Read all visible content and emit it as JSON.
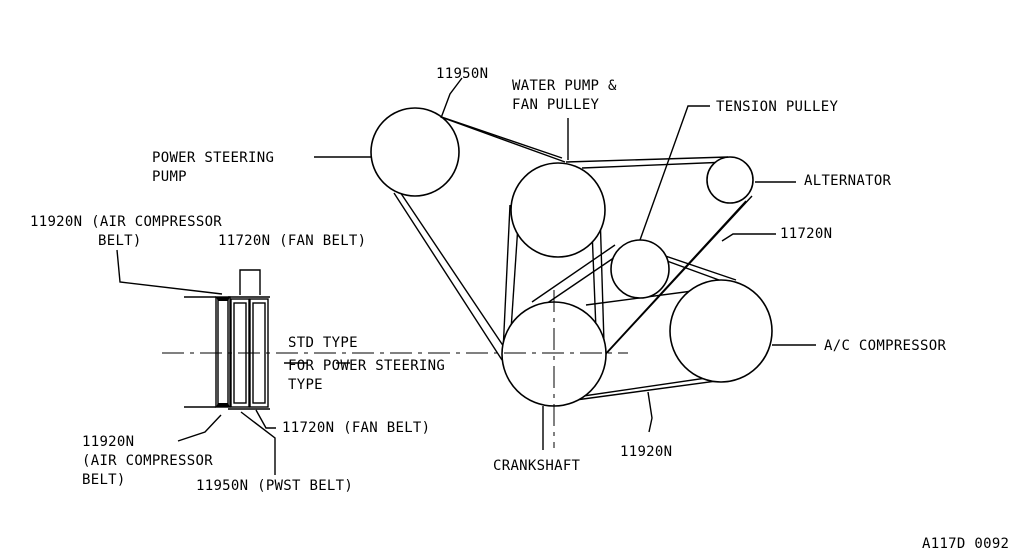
{
  "labels": {
    "belt_11950n_top": "11950N",
    "water_pump_1": "WATER PUMP &",
    "water_pump_2": "FAN PULLEY",
    "tension_pulley": "TENSION PULLEY",
    "power_steering_1": "POWER STEERING",
    "power_steering_2": "PUMP",
    "alternator": "ALTERNATOR",
    "belt_11720n_right": "11720N",
    "ac_compressor": "A/C COMPRESSOR",
    "belt_11920n_bottom": "11920N",
    "crankshaft": "CRANKSHAFT",
    "air_comp_belt_top_1": "11920N (AIR COMPRESSOR",
    "air_comp_belt_top_2": "BELT)",
    "fan_belt_top": "11720N (FAN BELT)",
    "std_type": "STD TYPE",
    "for_ps_1": "FOR POWER STEERING",
    "for_ps_2": "TYPE",
    "fan_belt_bottom": "11720N (FAN BELT)",
    "air_comp_belt_bottom_1": "11920N",
    "air_comp_belt_bottom_2": "(AIR COMPRESSOR",
    "air_comp_belt_bottom_3": "BELT)",
    "pwst_belt": "11950N (PWST BELT)",
    "figure_id": "A117D 0092"
  }
}
